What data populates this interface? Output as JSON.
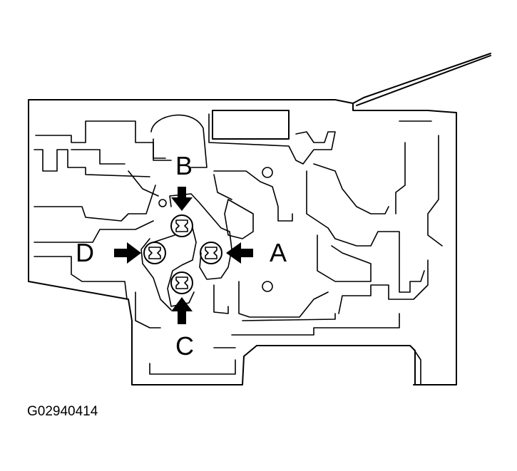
{
  "labels": {
    "a": "A",
    "b": "B",
    "c": "C",
    "d": "D"
  },
  "figure_code": "G02940414"
}
